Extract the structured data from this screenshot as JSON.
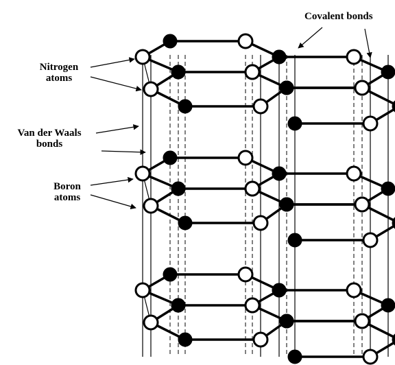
{
  "labels": {
    "covalent": "Covalent bonds",
    "nitrogen_line1": "Nitrogen",
    "nitrogen_line2": "atoms",
    "vdw_line1": "Van der Waals",
    "vdw_line2": "bonds",
    "boron_line1": "Boron",
    "boron_line2": "atoms"
  },
  "legend": {
    "boron_fill": "#000000",
    "nitrogen_fill": "#ffffff"
  }
}
